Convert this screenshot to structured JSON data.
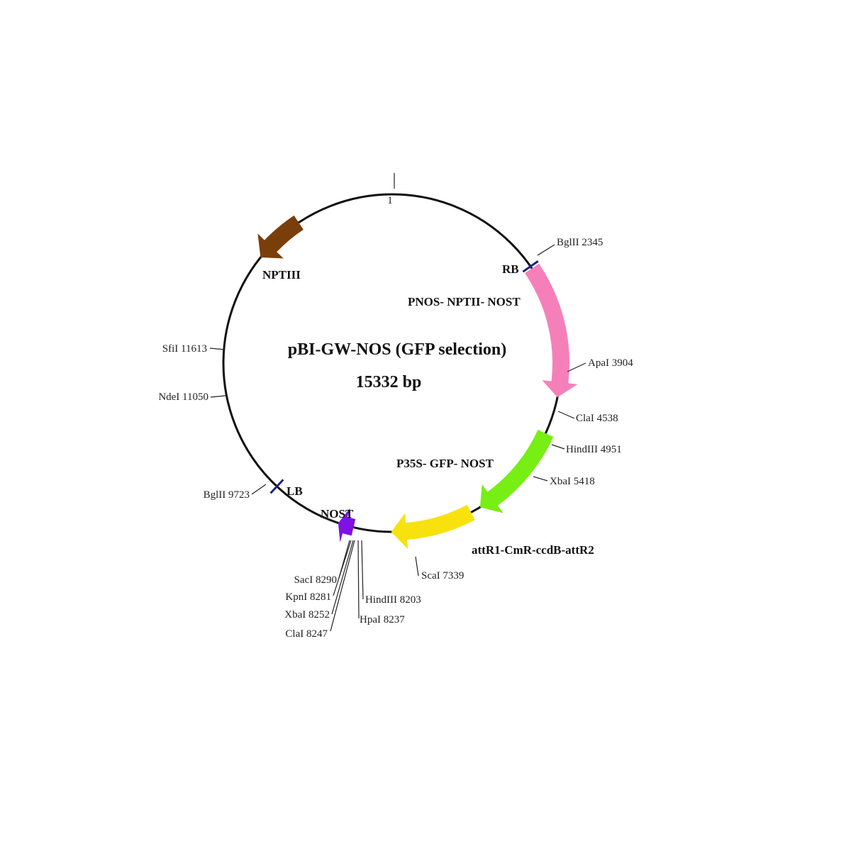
{
  "plasmid": {
    "name": "pBI-GW-NOS (GFP selection)",
    "size_label": "15332 bp",
    "origin_label": "1",
    "total_bp": 15332
  },
  "features": [
    {
      "id": "nptiii",
      "label": "NPTIII",
      "start": 13900,
      "end": 13150,
      "color": "#7a3e0a"
    },
    {
      "id": "pnos-nptii-nost",
      "label": "PNOS- NPTII- NOST",
      "start": 2380,
      "end": 4330,
      "color": "#f580b9"
    },
    {
      "id": "p35s-gfp-nost",
      "label": "P35S- GFP- NOST",
      "start": 4880,
      "end": 6330,
      "color": "#77ee14"
    },
    {
      "id": "attr-cassette",
      "label": "attR1-CmR-ccdB-attR2",
      "start": 6480,
      "end": 7680,
      "color": "#f7e20e"
    },
    {
      "id": "nost",
      "label": "NOST",
      "start": 8230,
      "end": 8460,
      "color": "#7f10e6"
    }
  ],
  "borders": [
    {
      "id": "rb",
      "label": "RB",
      "pos": 2345,
      "color": "#1a237e"
    },
    {
      "id": "lb",
      "label": "LB",
      "pos": 9500,
      "color": "#1a237e"
    }
  ],
  "sites": [
    {
      "label": "BglII 2345",
      "pos": 2345
    },
    {
      "label": "ApaI 3904",
      "pos": 3904
    },
    {
      "label": "ClaI 4538",
      "pos": 4538
    },
    {
      "label": "HindIII 4951",
      "pos": 4951
    },
    {
      "label": "XbaI 5418",
      "pos": 5418
    },
    {
      "label": "ScaI 7339",
      "pos": 7339
    },
    {
      "label": "HindIII 8203",
      "pos": 8203
    },
    {
      "label": "HpaI 8237",
      "pos": 8237
    },
    {
      "label": "ClaI 8247",
      "pos": 8247
    },
    {
      "label": "XbaI 8252",
      "pos": 8252
    },
    {
      "label": "KpnI 8281",
      "pos": 8281
    },
    {
      "label": "SacI 8290",
      "pos": 8290
    },
    {
      "label": "BglII 9723",
      "pos": 9723
    },
    {
      "label": "NdeI 11050",
      "pos": 11050
    },
    {
      "label": "SfiI 11613",
      "pos": 11613
    }
  ]
}
